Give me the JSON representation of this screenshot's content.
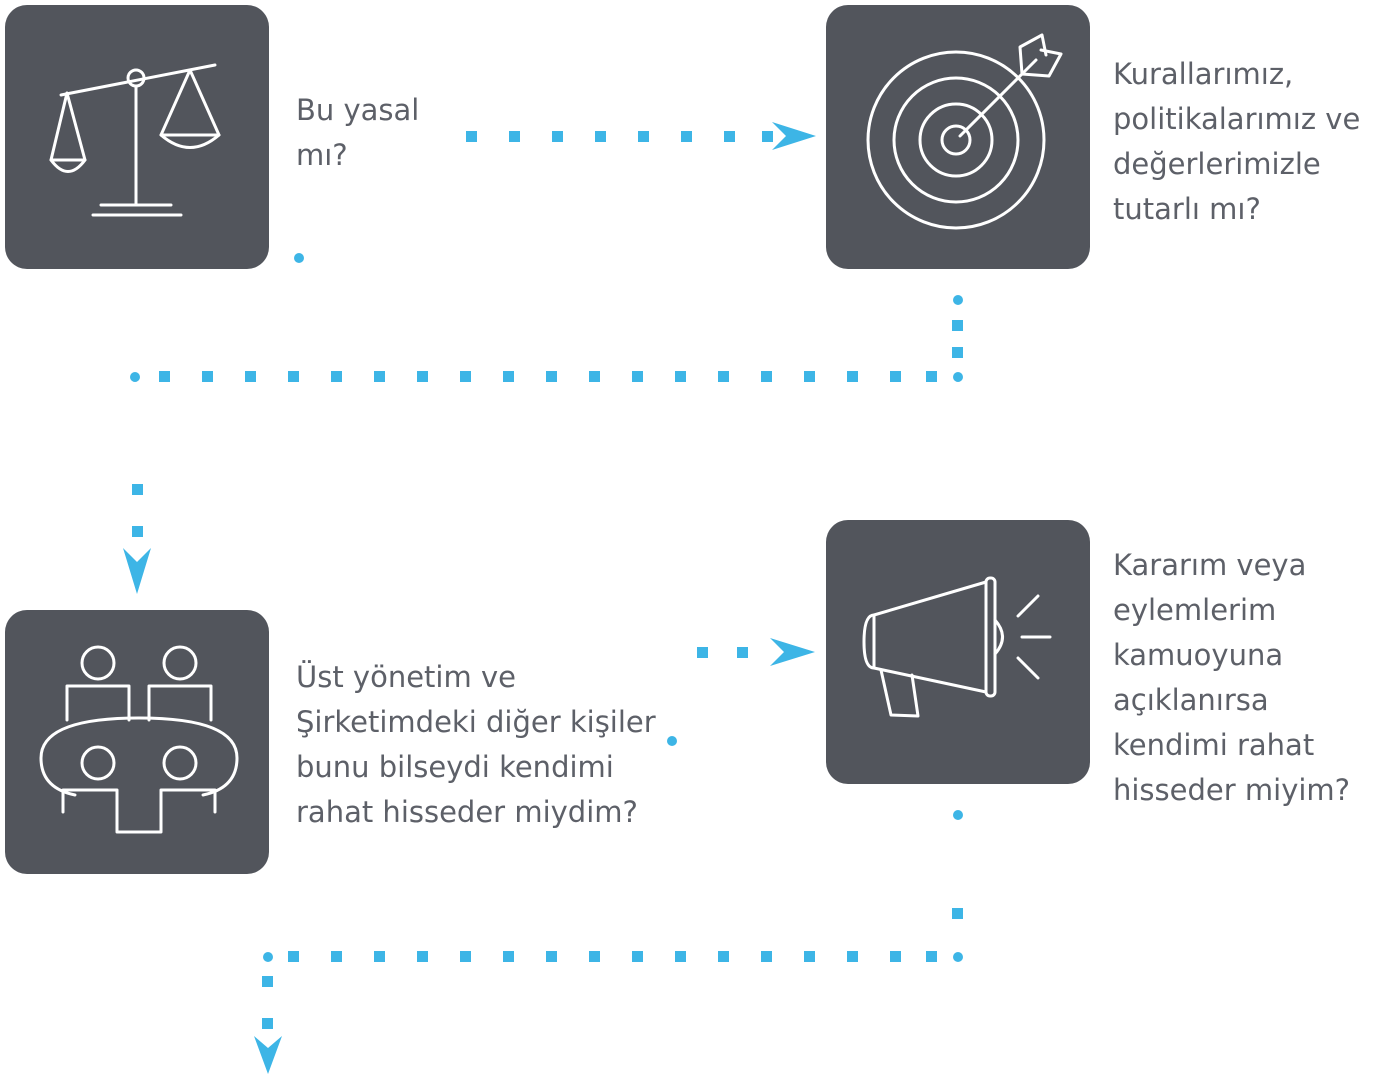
{
  "accent_color": "#3db5e6",
  "tile_color": "#52555c",
  "text_color": "#5d6068",
  "steps": [
    {
      "icon": "scales-of-justice-icon",
      "text": "Bu yasal\nmı?"
    },
    {
      "icon": "target-arrow-icon",
      "text": "Kurallarımız,\npolitikalarımız ve\ndeğerlerimizle\ntutarlı mı?"
    },
    {
      "icon": "meeting-table-icon",
      "text": "Üst yönetim ve\nŞirketimdeki diğer kişiler\nbunu bilseydi kendimi\nrahat hisseder miydim?"
    },
    {
      "icon": "megaphone-icon",
      "text": "Kararım veya\neylemlerim\nkamuoyuna\naçıklanırsa\nkendimi rahat\nhisseder miyim?"
    }
  ]
}
